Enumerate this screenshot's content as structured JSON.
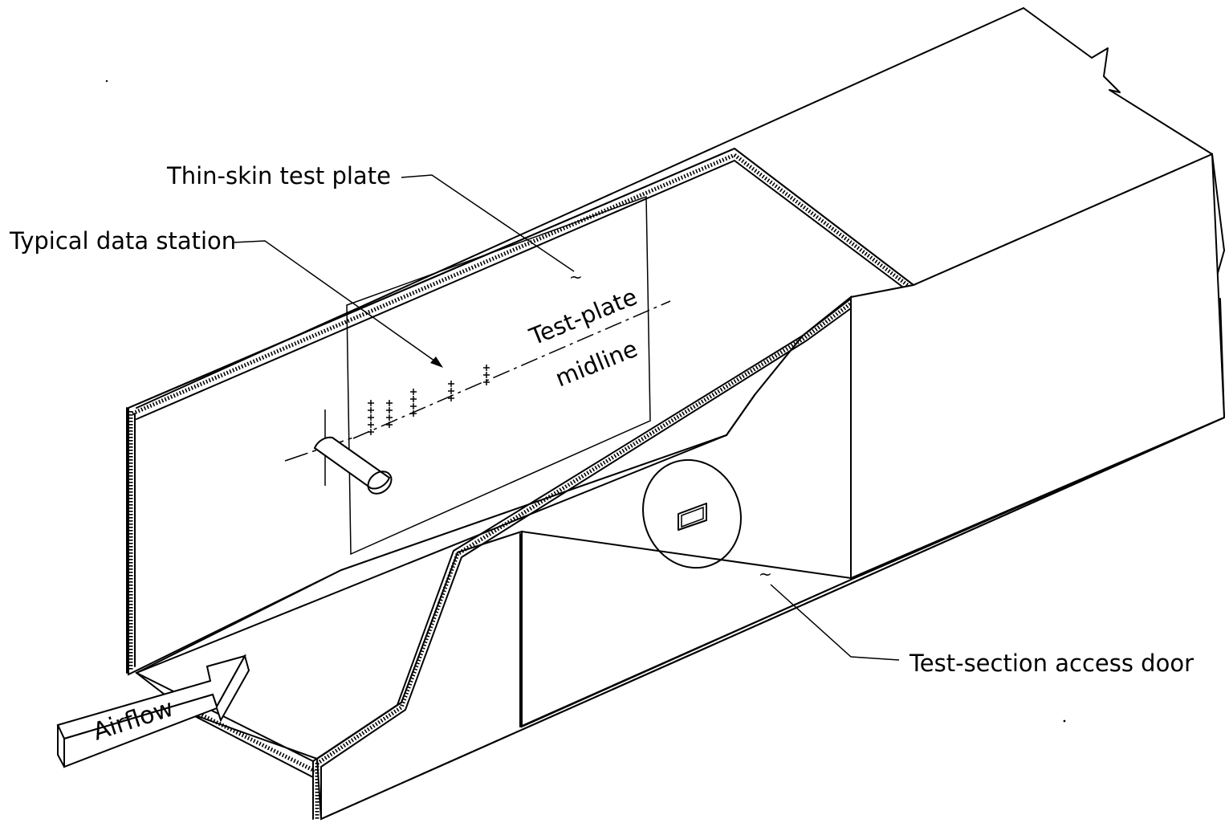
{
  "labels": {
    "test_plate": "Thin-skin test plate",
    "data_station": "Typical data station",
    "midline_line1": "Test-plate",
    "midline_line2": "midline",
    "access_door": "Test-section access door",
    "airflow": "Airflow"
  },
  "data_stations": [
    {
      "marks": 5
    },
    {
      "marks": 4
    },
    {
      "marks": 4
    },
    {
      "marks": 3
    },
    {
      "marks": 3
    }
  ]
}
